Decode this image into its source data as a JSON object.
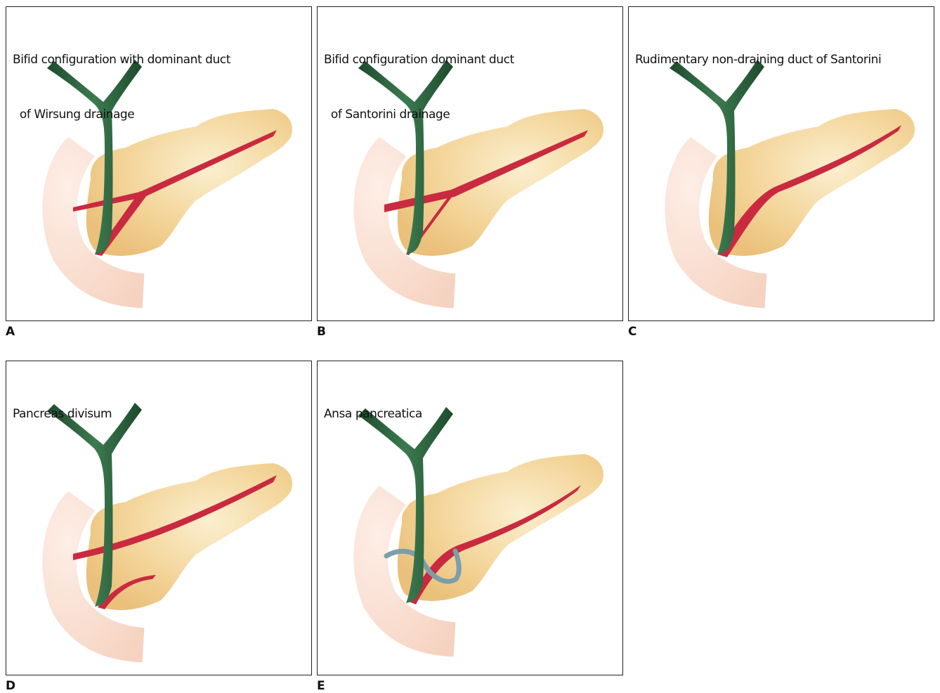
{
  "panels": [
    {
      "id": "A",
      "letter": "A",
      "caption_lines": [
        "Bifid configuration with dominant duct",
        "  of Wirsung drainage"
      ]
    },
    {
      "id": "B",
      "letter": "B",
      "caption_lines": [
        "Bifid configuration dominant duct",
        "  of Santorini drainage"
      ]
    },
    {
      "id": "C",
      "letter": "C",
      "caption_lines": [
        "Rudimentary non-draining duct of Santorini"
      ]
    },
    {
      "id": "D",
      "letter": "D",
      "caption_lines": [
        "Pancreas divisum"
      ]
    },
    {
      "id": "E",
      "letter": "E",
      "caption_lines": [
        "Ansa pancreatica"
      ]
    }
  ],
  "colors": {
    "pancreas": "#efc987",
    "duodenum": "#f8d8c8",
    "bile_duct": "#2c5e3c",
    "pancreatic_duct": "#c92a40",
    "ansa_loop": "#7b9eab",
    "border": "#222222"
  }
}
